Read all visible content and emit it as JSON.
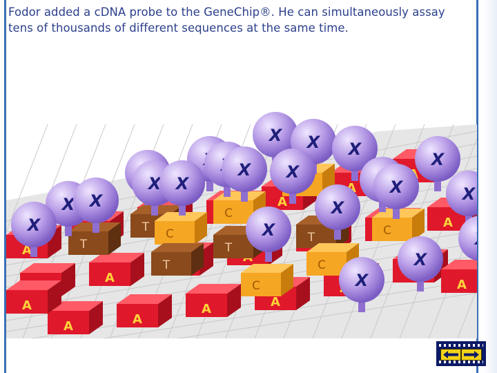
{
  "caption": {
    "line1": "Fodor added a cDNA probe to the GeneChip®. He can simultaneously assay",
    "line2": "tens of thousands of different sequences at the same time."
  },
  "scene": {
    "probe_label": "X",
    "base_a": "A",
    "base_t": "T",
    "base_c": "C",
    "colors": {
      "chip_surface": "#e6e6e6",
      "grid_line": "#c8c8c8",
      "base_red": "#e0182b",
      "t_brown": "#8a4a1c",
      "c_orange": "#f5a623",
      "probe_purple": "#b69ae6",
      "probe_stem": "#8e6fd0"
    }
  },
  "nav": {
    "back_icon": "left-arrow-icon",
    "forward_icon": "right-arrow-icon"
  }
}
